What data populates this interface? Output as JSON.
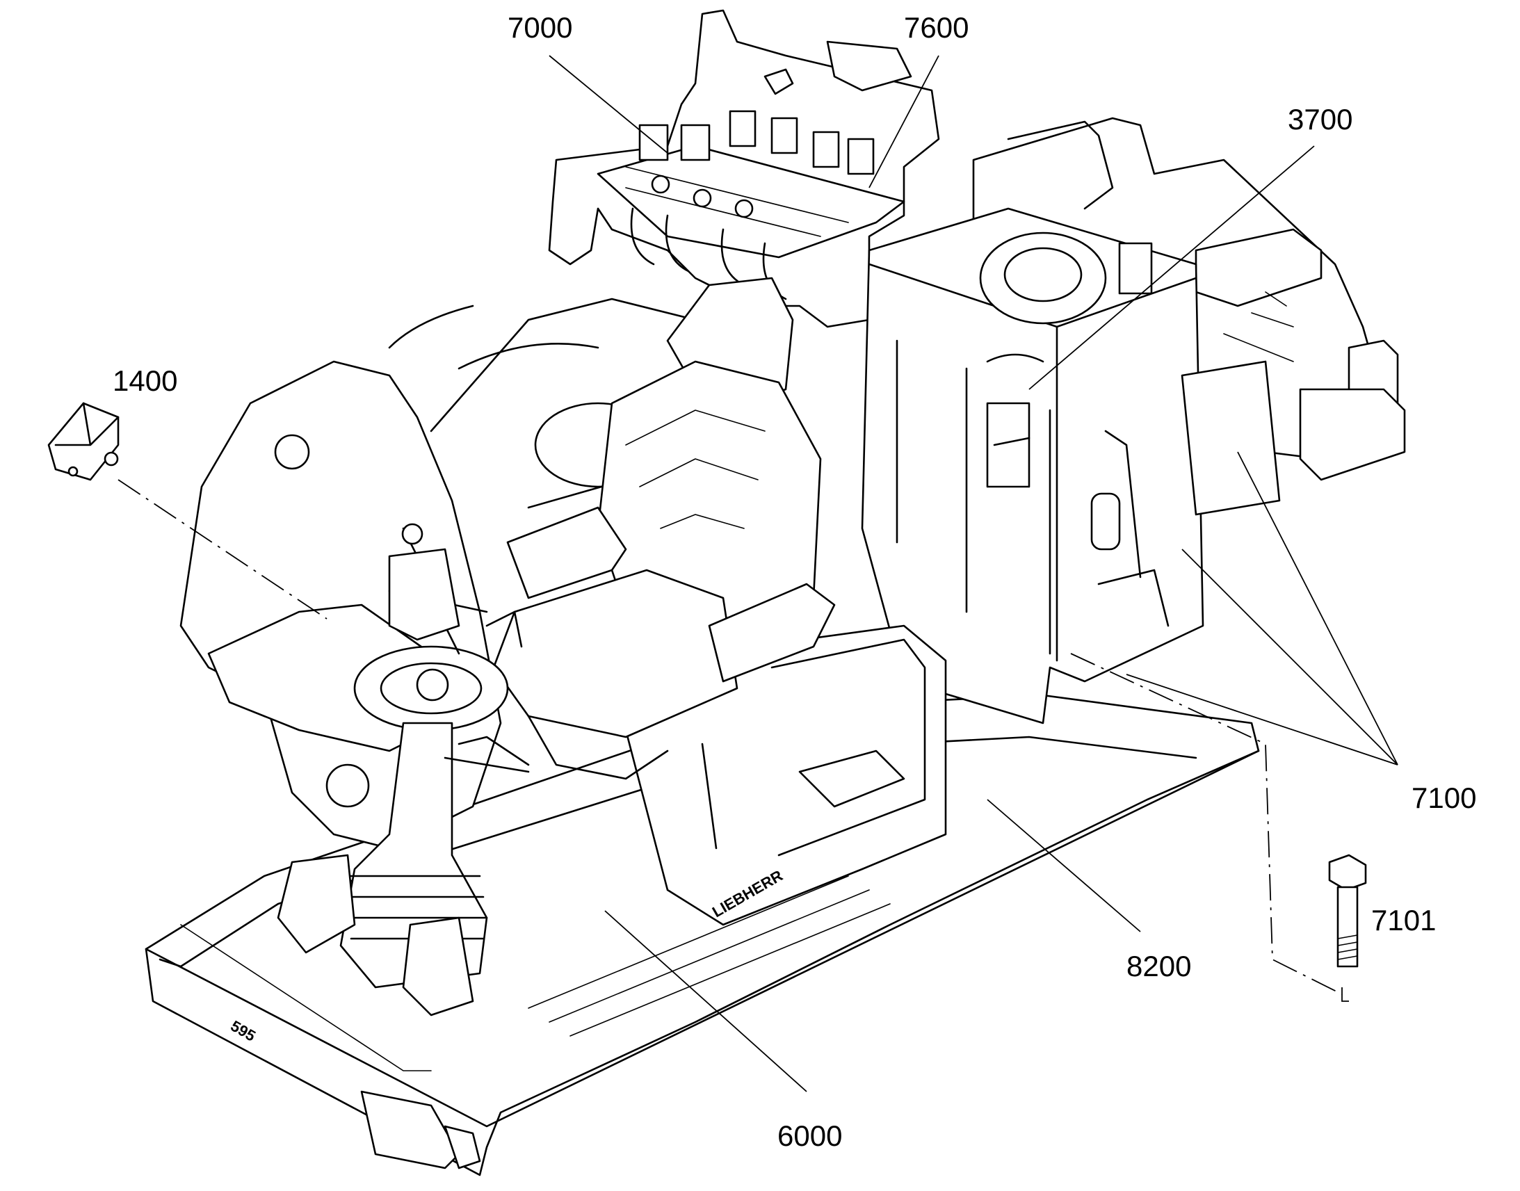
{
  "figure": {
    "brand_text": "LIEBHERR",
    "callouts": [
      {
        "id": "7000",
        "label": "7000"
      },
      {
        "id": "7600",
        "label": "7600"
      },
      {
        "id": "3700",
        "label": "3700"
      },
      {
        "id": "1400",
        "label": "1400"
      },
      {
        "id": "7100",
        "label": "7100"
      },
      {
        "id": "7101",
        "label": "7101"
      },
      {
        "id": "8200",
        "label": "8200"
      },
      {
        "id": "6000",
        "label": "6000"
      }
    ]
  }
}
